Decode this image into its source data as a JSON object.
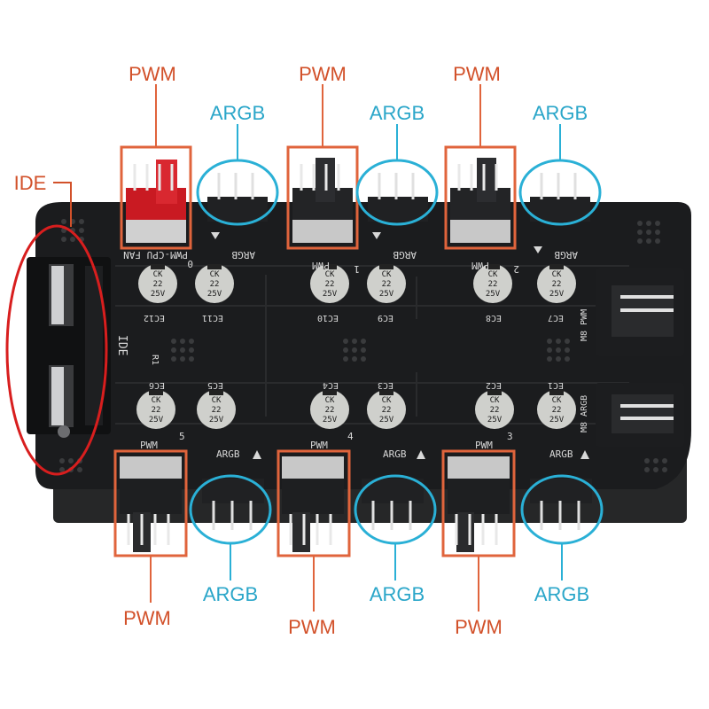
{
  "colors": {
    "pwm_label": "#d2512a",
    "argb_label": "#2aa6c9",
    "ide_label": "#d2512a",
    "pwm_box": "#e0643c",
    "argb_circle": "#2ab0d6",
    "ide_ellipse": "#d81e1e",
    "board": "#1b1c1e",
    "capacitor": "#cfd0cc"
  },
  "labels": {
    "pwm": "PWM",
    "argb": "ARGB",
    "ide": "IDE"
  },
  "silkscreen": {
    "pwm_cpu_fan": "PWM-CPU FAN",
    "ide": "IDE",
    "m8_pwm": "M8 PWM",
    "m8_argb": "M8 ARGB",
    "r1": "R1",
    "pwm": "PWM",
    "argb": "ARGB",
    "capacitor_ck": "CK",
    "capacitor_value": "22",
    "capacitor_voltage": "25V",
    "capacitors_top": [
      "EC12",
      "EC11",
      "EC10",
      "EC9",
      "EC8",
      "EC7"
    ],
    "capacitors_bottom": [
      "EC6",
      "EC5",
      "EC4",
      "EC3",
      "EC2",
      "EC1"
    ],
    "port_numbers_top": [
      "0",
      "1",
      "2"
    ],
    "port_numbers_bottom": [
      "5",
      "4",
      "3"
    ]
  }
}
